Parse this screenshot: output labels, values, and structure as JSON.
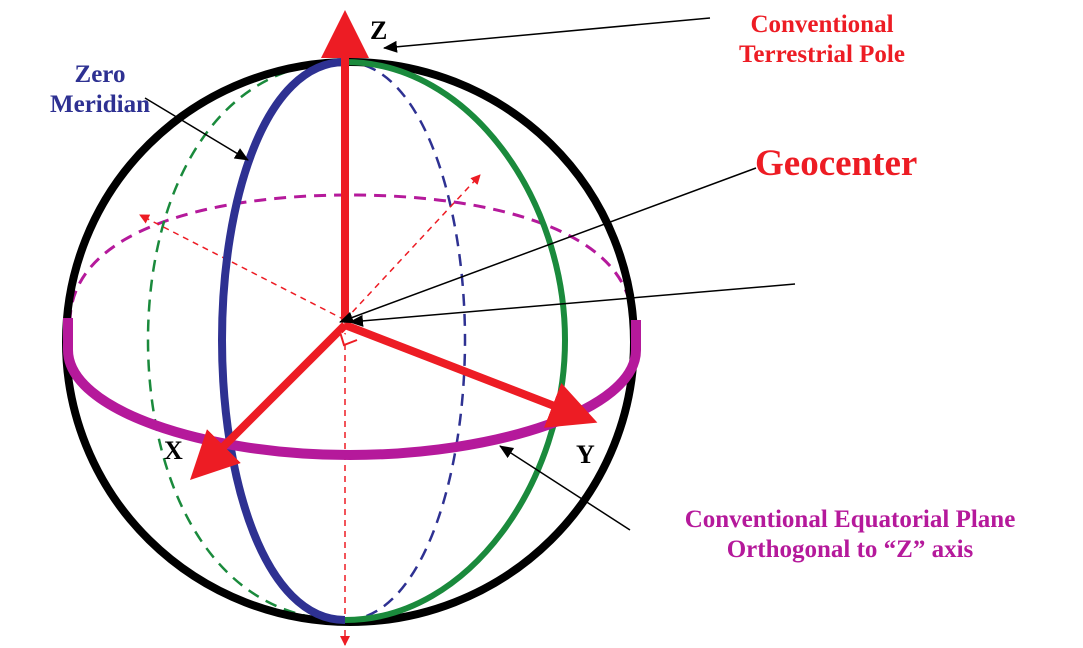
{
  "labels": {
    "pole_line1": "Conventional",
    "pole_line2": "Terrestrial Pole",
    "meridian_line1": "Zero",
    "meridian_line2": "Meridian",
    "geocenter": "Geocenter",
    "plane_line1": "Conventional Equatorial Plane",
    "plane_line2": "Orthogonal to “Z” axis"
  },
  "axes": {
    "z": "Z",
    "x": "X",
    "y": "Y"
  },
  "colors": {
    "sphere": "#000000",
    "axis": "#ed1c24",
    "zero_meridian": "#2e3192",
    "meridian_green": "#1a8a3c",
    "equator": "#b5199b"
  }
}
